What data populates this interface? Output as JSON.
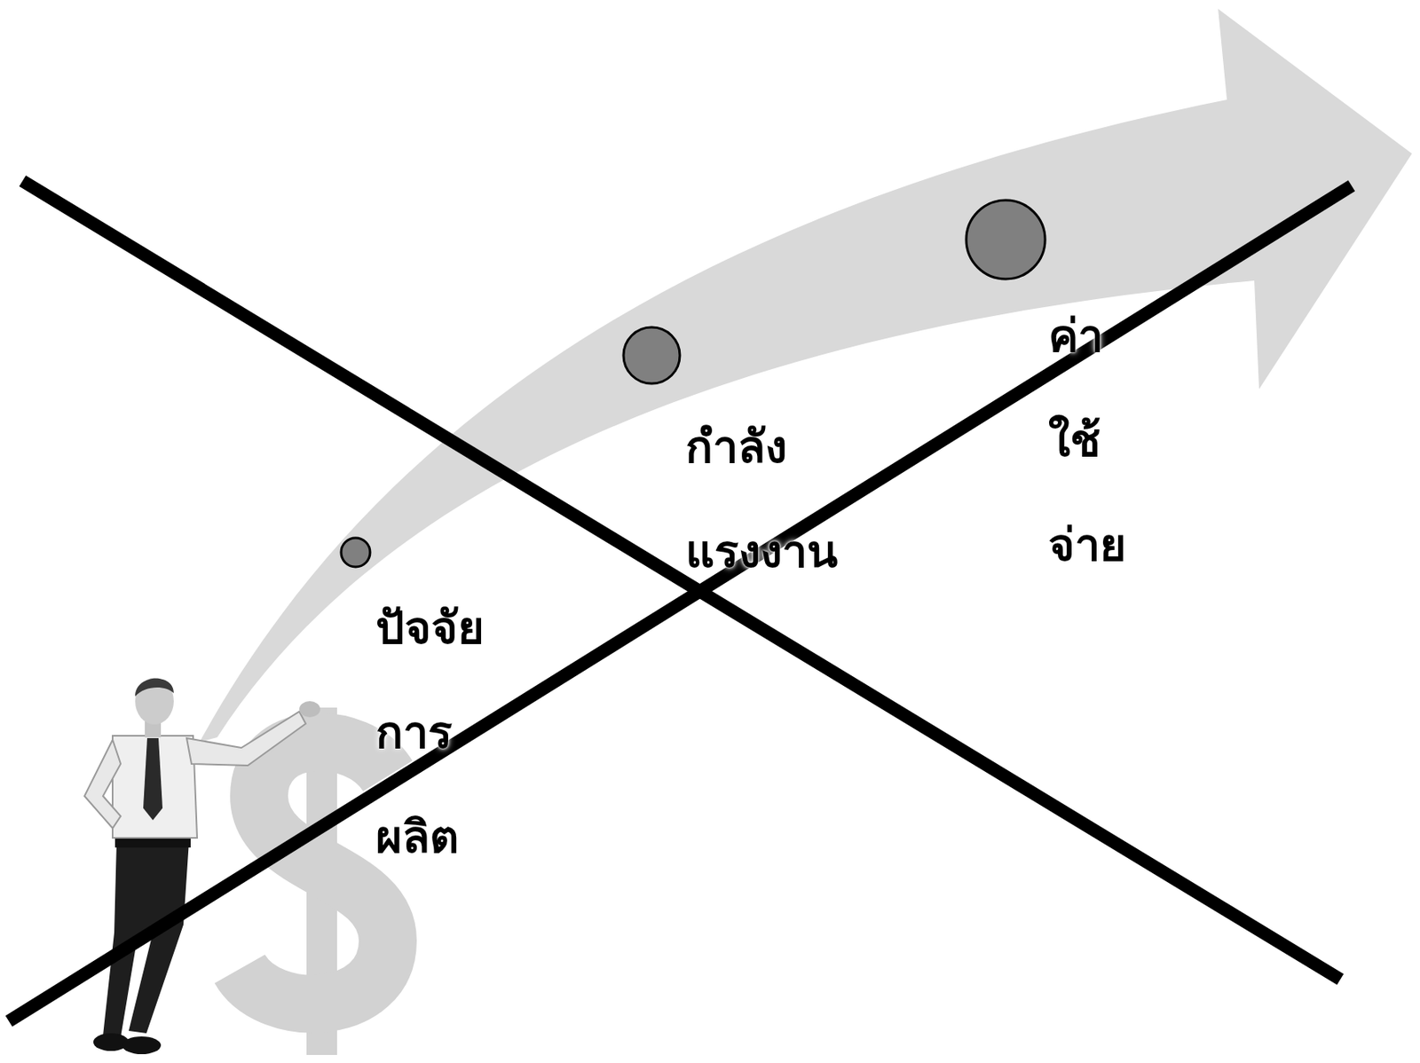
{
  "diagram": {
    "nodes": [
      {
        "text": [
          "ปัจจัยการ ผลิต"
        ]
      },
      {
        "text": [
          "กำลัง แรงงาน"
        ]
      },
      {
        "text": [
          "ค่าใช้จ่าย"
        ]
      }
    ]
  }
}
